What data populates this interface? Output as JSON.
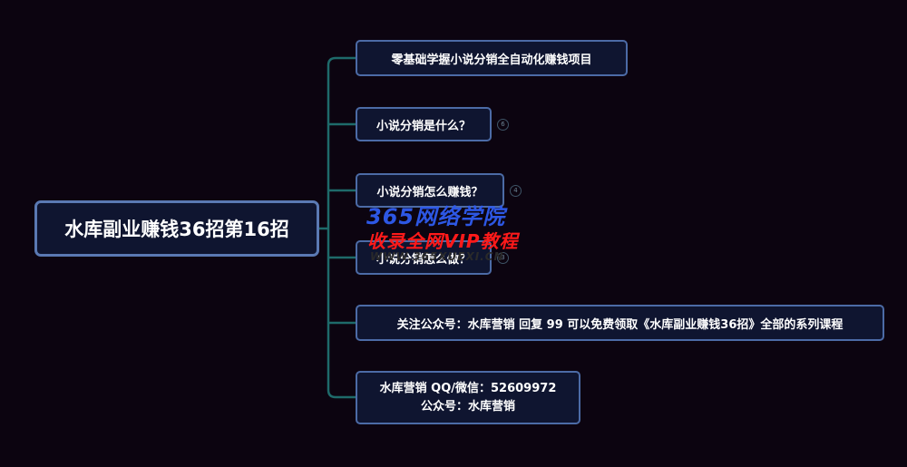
{
  "root": {
    "label": "水库副业赚钱36招第16招"
  },
  "children": [
    {
      "label": "零基础学握小说分销全自动化赚钱项目"
    },
    {
      "label": "小说分销是什么？",
      "badge": "6"
    },
    {
      "label": "小说分销怎么赚钱？",
      "badge": "4"
    },
    {
      "label": "小说分销怎么做？",
      "badge": "3"
    },
    {
      "label": "关注公众号：水库营销 回复 99 可以免费领取《水库副业赚钱36招》全部的系列课程"
    },
    {
      "lines": [
        "水库营销  QQ/微信：52609972",
        "公众号：水库营销"
      ]
    }
  ],
  "watermark": {
    "line1": "365网络学院",
    "line2": "收录全网VIP教程",
    "line3": "WWW.365XUEXI.CN"
  },
  "colors": {
    "connector": "#1e6a6a",
    "node_border": "#4c6ba6",
    "node_fill": "#0f1530",
    "background": "#0c0410"
  }
}
